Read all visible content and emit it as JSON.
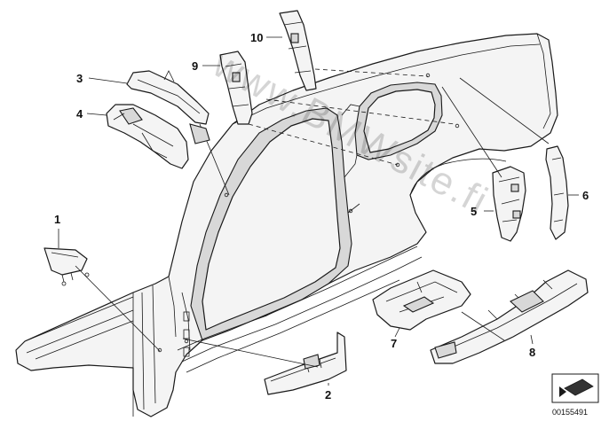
{
  "watermark": "www.BMWsite.fi",
  "callouts": [
    {
      "id": "1",
      "label": "1"
    },
    {
      "id": "2",
      "label": "2"
    },
    {
      "id": "3",
      "label": "3"
    },
    {
      "id": "4",
      "label": "4"
    },
    {
      "id": "5",
      "label": "5"
    },
    {
      "id": "6",
      "label": "6"
    },
    {
      "id": "7",
      "label": "7"
    },
    {
      "id": "8",
      "label": "8"
    },
    {
      "id": "9",
      "label": "9"
    },
    {
      "id": "10",
      "label": "10"
    }
  ],
  "document_number": "00155491",
  "colors": {
    "line": "#1a1a1a",
    "fill": "#f4f4f4",
    "watermark": "#000000"
  }
}
